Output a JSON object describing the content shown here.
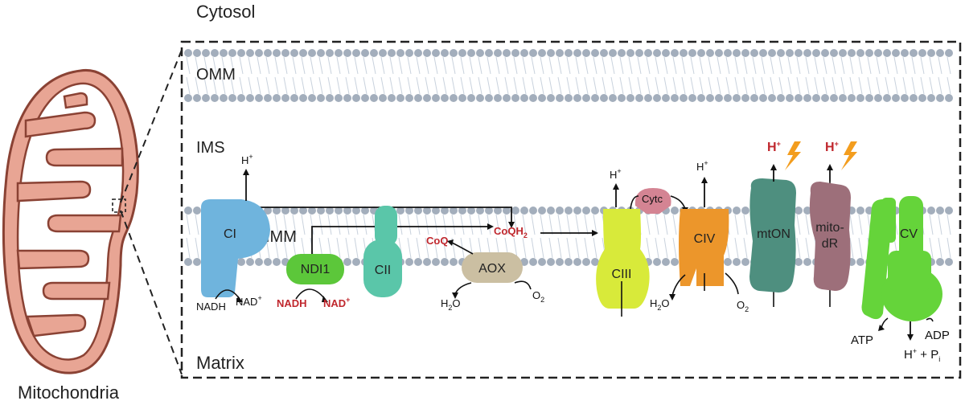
{
  "labels": {
    "cytosol": "Cytosol",
    "omm": "OMM",
    "ims": "IMS",
    "imm": "IMM",
    "matrix": "Matrix",
    "mitochondria": "Mitochondria"
  },
  "complexes": {
    "ci": "CI",
    "ndi1": "NDI1",
    "cii": "CII",
    "aox": "AOX",
    "ciii": "CIII",
    "cytc": "Cytc",
    "civ": "CIV",
    "mton": "mtON",
    "mitodr_line1": "mito-",
    "mitodr_line2": "dR",
    "cv": "CV"
  },
  "metabolites": {
    "h": "H",
    "plus": "+",
    "nadh": "NADH",
    "nad": "NAD",
    "coq": "CoQ",
    "coqh": "CoQH",
    "sub2": "2",
    "h2o_h": "H",
    "h2o_o": "O",
    "o2": "O",
    "atp": "ATP",
    "adp": "ADP",
    "pi_plus": "+ P",
    "pi_sub": "i"
  },
  "colors": {
    "membrane_head": "#a3aebc",
    "membrane_tail": "#c9d2dd",
    "mito_fill": "#e8a594",
    "mito_stroke": "#8a4234",
    "ci": "#6fb4dd",
    "ndi1": "#5cc73a",
    "cii": "#5ac6a9",
    "aox": "#cbbfa2",
    "ciii": "#d8ea3a",
    "cytc": "#d48493",
    "civ": "#ec962b",
    "mton": "#4e8f7f",
    "mitodr": "#9d6f7a",
    "cv": "#65d43a",
    "lightning": "#f39d1e",
    "accent_red": "#c0272d"
  }
}
